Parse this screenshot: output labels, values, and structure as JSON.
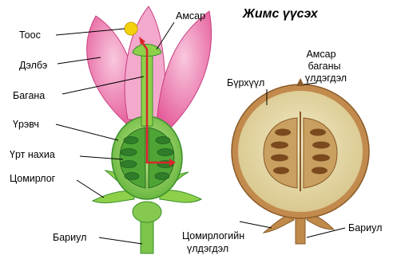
{
  "title": "Жимс үүсэх",
  "flower_labels": {
    "pollen": "Тоос",
    "stigma": "Амсар",
    "petal": "Дэлбэ",
    "style": "Багана",
    "ovary": "Үрэвч",
    "ovule": "Үрт нахиа",
    "sepal": "Цомирлог",
    "stalk": "Бариул"
  },
  "fruit_labels": {
    "pericarp": "Бүрхүүл",
    "stigma_remnant": [
      "Амсар",
      "баганы",
      "үлдэгдэл"
    ],
    "sepal_remnant": [
      "Цомирлогийн",
      "үлдэгдэл"
    ],
    "stalk": "Бариул"
  },
  "colors": {
    "petal": "#e8529a",
    "petal_light": "#f6b6d3",
    "pistil": "#8ed04a",
    "pistil_dark": "#3a8f2a",
    "ovule": "#2f7d2a",
    "pollen": "#f4d20b",
    "pollen_tube": "#d9262b",
    "fruit_flesh": "#e4d9a4",
    "fruit_rind": "#b97a3a",
    "fruit_seed": "#7a4a1e"
  }
}
